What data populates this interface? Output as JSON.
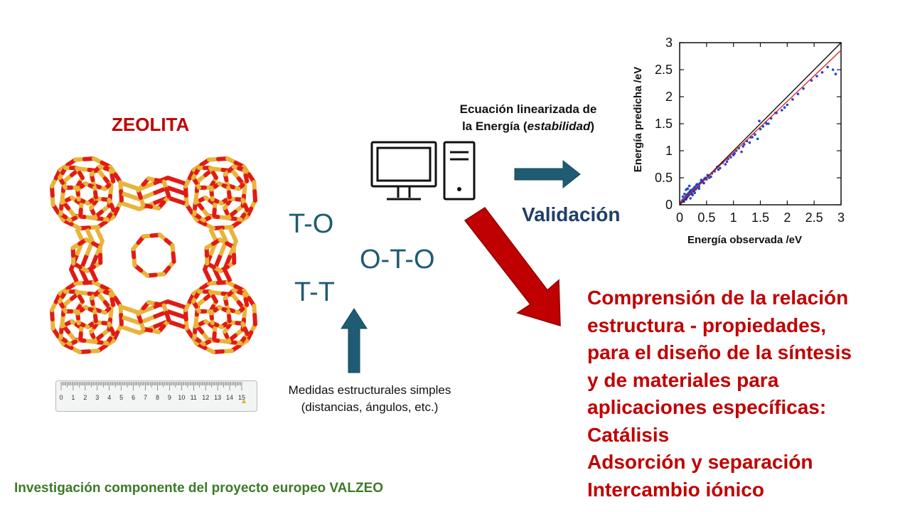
{
  "zeolite": {
    "title": "ZEOLITA",
    "colors": {
      "oxygen": "#e01b14",
      "silicon": "#e8b43a"
    }
  },
  "bond_labels": {
    "to": "T-O",
    "oto": "O-T-O",
    "tt": "T-T"
  },
  "ruler": {
    "numbers": [
      "0",
      "1",
      "2",
      "3",
      "4",
      "5",
      "6",
      "7",
      "8",
      "9",
      "10",
      "11",
      "12",
      "13",
      "14",
      "15"
    ]
  },
  "measures": {
    "line1": "Medidas estructurales simples",
    "line2": "(distancias, ángulos, etc.)"
  },
  "equation": {
    "line1": "Ecuación linearizada de",
    "line2_prefix": "la Energía (",
    "line2_italic": "estabilidad",
    "line2_suffix": ")"
  },
  "validation_label": "Validación",
  "conclusion": {
    "lines": [
      "Comprensión de la relación",
      "estructura - propiedades,",
      "para el diseño de la síntesis",
      "y de materiales para",
      "aplicaciones específicas:",
      "Catálisis",
      "Adsorción y separación",
      "Intercambio iónico"
    ]
  },
  "footer": "Investigación componente del proyecto europeo VALZEO",
  "colors": {
    "arrow_blue": "#1f5b73",
    "arrow_red": "#c00000",
    "conclusion_red": "#c00000",
    "footer_green": "#3d7a28",
    "validation_navy": "#1f3f68"
  },
  "chart_data": {
    "type": "scatter",
    "xlabel": "Energía observada /eV",
    "ylabel": "Energía predicha /eV",
    "xlim": [
      0,
      3
    ],
    "ylim": [
      0,
      3
    ],
    "xticks": [
      "0",
      "0.5",
      "1",
      "1.5",
      "2",
      "2.5",
      "3"
    ],
    "yticks": [
      "0",
      "0.5",
      "1",
      "1.5",
      "2",
      "2.5",
      "3"
    ],
    "grid": false,
    "points_color": "#2244cc",
    "lines": [
      {
        "color": "#000000",
        "x": [
          0,
          3
        ],
        "y": [
          0,
          3
        ]
      },
      {
        "color": "#e02020",
        "x": [
          0,
          3
        ],
        "y": [
          0.02,
          2.86
        ]
      }
    ],
    "x": [
      0.03,
      0.05,
      0.07,
      0.08,
      0.1,
      0.11,
      0.12,
      0.13,
      0.14,
      0.15,
      0.16,
      0.17,
      0.18,
      0.19,
      0.2,
      0.21,
      0.22,
      0.23,
      0.24,
      0.25,
      0.26,
      0.27,
      0.28,
      0.3,
      0.31,
      0.33,
      0.35,
      0.36,
      0.38,
      0.4,
      0.42,
      0.44,
      0.46,
      0.48,
      0.5,
      0.06,
      0.09,
      0.12,
      0.15,
      0.18,
      0.2,
      0.24,
      0.28,
      0.32,
      0.36,
      0.4,
      0.45,
      0.52,
      0.55,
      0.6,
      0.65,
      0.7,
      0.75,
      0.8,
      0.85,
      0.9,
      0.95,
      1.0,
      1.05,
      1.1,
      1.15,
      1.2,
      1.25,
      1.3,
      1.35,
      1.4,
      1.45,
      1.5,
      1.55,
      1.6,
      1.65,
      1.7,
      1.8,
      1.9,
      2.0,
      0.58,
      0.72,
      0.88,
      1.02,
      1.18,
      1.32,
      1.48,
      1.62,
      1.78,
      1.95,
      2.1,
      2.2,
      2.3,
      2.45,
      2.55,
      2.65,
      2.75,
      2.85,
      2.9
    ],
    "y": [
      0.05,
      0.08,
      0.1,
      0.06,
      0.12,
      0.15,
      0.1,
      0.18,
      0.14,
      0.2,
      0.17,
      0.22,
      0.19,
      0.25,
      0.21,
      0.27,
      0.24,
      0.2,
      0.28,
      0.26,
      0.3,
      0.25,
      0.33,
      0.29,
      0.36,
      0.32,
      0.38,
      0.34,
      0.4,
      0.42,
      0.45,
      0.41,
      0.48,
      0.5,
      0.47,
      0.15,
      0.2,
      0.28,
      0.3,
      0.35,
      0.12,
      0.18,
      0.22,
      0.38,
      0.3,
      0.46,
      0.4,
      0.55,
      0.5,
      0.58,
      0.62,
      0.7,
      0.68,
      0.78,
      0.75,
      0.85,
      0.88,
      0.92,
      1.0,
      1.05,
      0.98,
      1.12,
      1.18,
      1.15,
      1.25,
      1.3,
      1.22,
      1.4,
      1.45,
      1.52,
      1.5,
      1.6,
      1.7,
      1.75,
      1.85,
      0.52,
      0.65,
      0.8,
      0.95,
      1.08,
      1.25,
      1.55,
      1.5,
      1.7,
      1.8,
      1.95,
      2.05,
      2.15,
      2.3,
      2.38,
      2.45,
      2.55,
      2.5,
      2.42
    ]
  }
}
